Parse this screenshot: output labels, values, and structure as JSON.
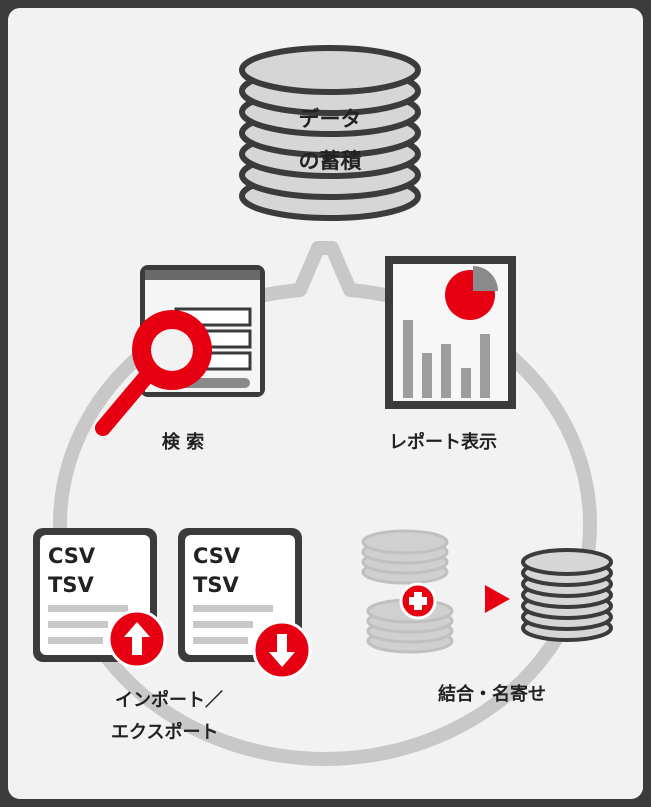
{
  "database": {
    "line1": "データ",
    "line2": "の蓄積"
  },
  "search": {
    "label": "検 索"
  },
  "report": {
    "label": "レポート表示"
  },
  "import_export": {
    "doc1": {
      "line1": "CSV",
      "line2": "TSV"
    },
    "doc2": {
      "line1": "CSV",
      "line2": "TSV"
    },
    "label_line1": "インポート／",
    "label_line2": "エクスポート"
  },
  "merge": {
    "label": "結合・名寄せ"
  },
  "colors": {
    "accent": "#e60012",
    "dark": "#3b3b3b",
    "gray": "#c8c8c8",
    "panel": "#f2f2f2"
  }
}
